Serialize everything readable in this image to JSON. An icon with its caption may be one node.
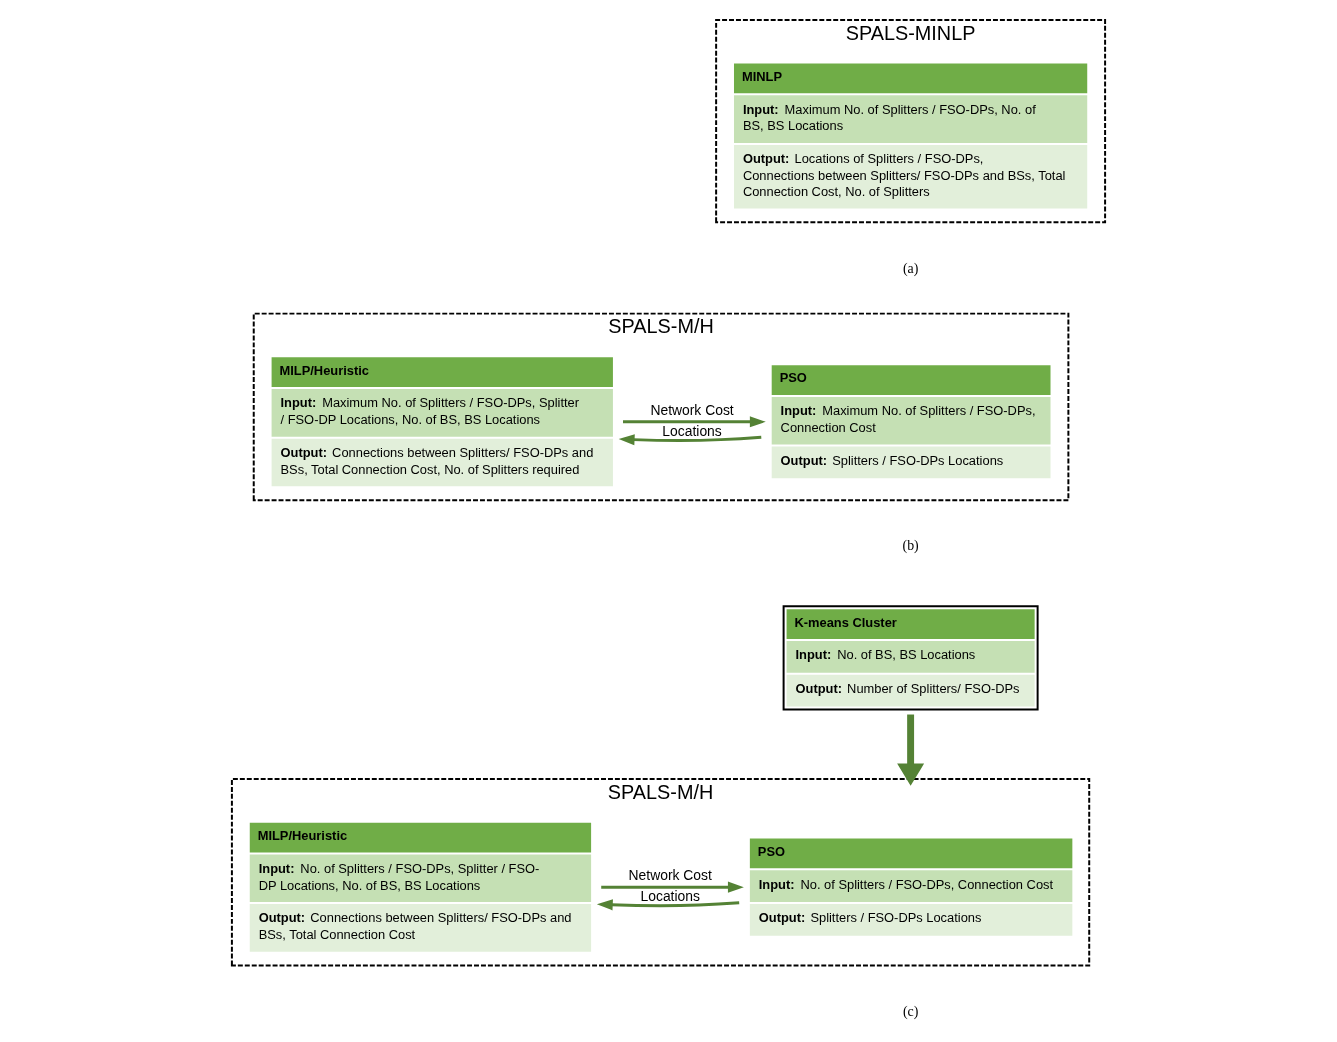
{
  "diagram": {
    "nodes": [
      {
        "text": [
          "SPALS-MINLP"
        ]
      },
      {
        "text": [
          "MINLP",
          "**Input:** Maximum No. of Splitters / FSO-DPs, No. of BS, BS Locations",
          "**Output:** Locations of Splitters / FSO-DPs, Connections between Splitters/ FSO-DPs and BSs, Total Connection Cost, No. of Splitters"
        ],
        "in": 0
      },
      {
        "text": [
          "SPALS-M/H"
        ]
      },
      {
        "text": [
          "PSO",
          "**Input:** Maximum No. of Splitters / FSO-DPs, Connection Cost",
          "**Output:** Splitters / FSO-DPs Locations"
        ],
        "in": 2
      },
      {
        "text": [
          "MILP/Heuristic",
          "**Input:** Maximum No. of Splitters / FSO-DPs, Splitter / FSO-DP Locations, No. of BS, BS Locations",
          "**Output:** Connections between Splitters/ FSO-DPs and BSs, Total Connection Cost, No. of Splitters required"
        ],
        "in": 2
      },
      {
        "text": [
          "K-means Cluster",
          "**Input:** No. of BS, BS Locations",
          "**Output:** Number of Splitters/ FSO-DPs"
        ]
      },
      {
        "text": [
          "SPALS-M/H"
        ]
      },
      {
        "text": [
          "PSO",
          "**Input:** No. of Splitters / FSO-DPs, Connection Cost",
          "**Output:** Splitters / FSO-DPs Locations"
        ],
        "in": 6
      },
      {
        "text": [
          "MILP/Heuristic",
          "**Input:** No. of Splitters / FSO-DPs, Splitter / FSO-DP Locations, No. of BS, BS Locations",
          "**Output:** Connections between Splitters/ FSO-DPs and BSs, Total Connection Cost"
        ],
        "in": 6
      }
    ],
    "edges": [
      {
        "from": 3,
        "to": 4,
        "arrow": "to",
        "label": "Locations"
      },
      {
        "from": 4,
        "to": 3,
        "arrow": "to",
        "label": "Network Cost"
      },
      {
        "from": 5,
        "to": 6,
        "arrow": "to",
        "style": "thick"
      },
      {
        "from": 7,
        "to": 8,
        "arrow": "to",
        "label": "Locations"
      },
      {
        "from": 8,
        "to": 7,
        "arrow": "to",
        "label": "Network Cost"
      }
    ],
    "labels": [
      "(a)",
      "(b)",
      "(c)"
    ]
  }
}
